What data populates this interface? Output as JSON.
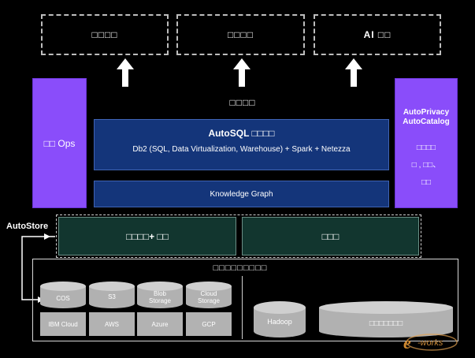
{
  "outputs": [
    {
      "label": "□□□□"
    },
    {
      "label": "□□□□"
    },
    {
      "label": "AI □□"
    }
  ],
  "middle_label": "□□□□",
  "left_panel": {
    "label": "□□ Ops"
  },
  "right_panel": {
    "title_line1": "AutoPrivacy",
    "title_line2": "AutoCatalog",
    "body_line1": "□□□□",
    "body_line2": "□ , □□、",
    "body_line3": "□□"
  },
  "autosql": {
    "title": "AutoSQL □□□□",
    "subtitle": "Db2 (SQL, Data Virtualization, Warehouse) + Spark + Netezza"
  },
  "knowledge_graph": {
    "label": "Knowledge Graph"
  },
  "autostore": {
    "label": "AutoStore"
  },
  "storage_tier": {
    "left": "□□□□+ □□",
    "right": "□□□"
  },
  "sources": {
    "title": "□□□□□□□□□",
    "cloud_stores": [
      {
        "name": "COS",
        "provider": "IBM Cloud"
      },
      {
        "name": "S3",
        "provider": "AWS"
      },
      {
        "name": "Blob Storage",
        "provider": "Azure"
      },
      {
        "name": "Cloud Storage",
        "provider": "GCP"
      }
    ],
    "hadoop": "Hadoop",
    "big_cylinder": "□□□□□□□"
  },
  "watermark": "e-works"
}
